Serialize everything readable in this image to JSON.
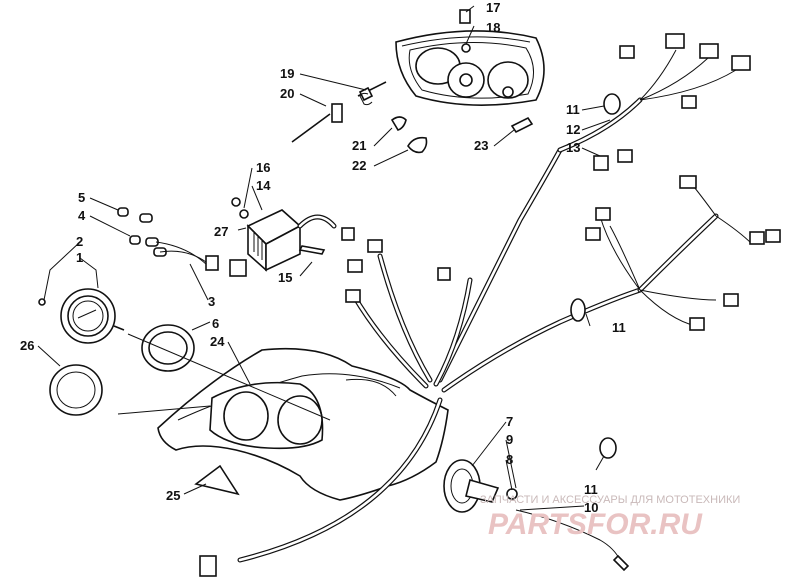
{
  "callouts": [
    {
      "id": "c1",
      "text": "1"
    },
    {
      "id": "c2",
      "text": "2"
    },
    {
      "id": "c3",
      "text": "3"
    },
    {
      "id": "c4",
      "text": "4"
    },
    {
      "id": "c5",
      "text": "5"
    },
    {
      "id": "c6",
      "text": "6"
    },
    {
      "id": "c7",
      "text": "7"
    },
    {
      "id": "c8",
      "text": "8"
    },
    {
      "id": "c9",
      "text": "9"
    },
    {
      "id": "c10",
      "text": "10"
    },
    {
      "id": "c11a",
      "text": "11"
    },
    {
      "id": "c11b",
      "text": "11"
    },
    {
      "id": "c11c",
      "text": "11"
    },
    {
      "id": "c12",
      "text": "12"
    },
    {
      "id": "c13",
      "text": "13"
    },
    {
      "id": "c14",
      "text": "14"
    },
    {
      "id": "c15",
      "text": "15"
    },
    {
      "id": "c16",
      "text": "16"
    },
    {
      "id": "c17",
      "text": "17"
    },
    {
      "id": "c18",
      "text": "18"
    },
    {
      "id": "c19",
      "text": "19"
    },
    {
      "id": "c20",
      "text": "20"
    },
    {
      "id": "c21",
      "text": "21"
    },
    {
      "id": "c22",
      "text": "22"
    },
    {
      "id": "c23",
      "text": "23"
    },
    {
      "id": "c24",
      "text": "24"
    },
    {
      "id": "c25",
      "text": "25"
    },
    {
      "id": "c26",
      "text": "26"
    },
    {
      "id": "c27",
      "text": "27"
    }
  ],
  "watermark": {
    "tagline": "ЗАПЧАСТИ И АКСЕССУАРЫ ДЛЯ МОТОТЕХНИКИ",
    "logo": "PARTSFOR.RU"
  }
}
